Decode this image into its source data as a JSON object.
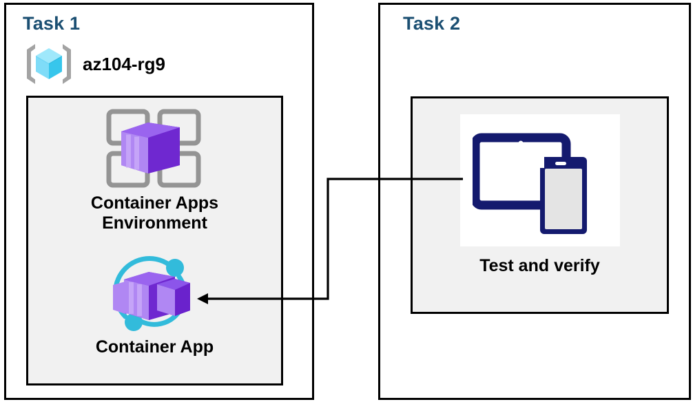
{
  "diagram": {
    "title_color": "#1b4f72",
    "panel_bg": "#f1f1f1",
    "border_color": "#000000"
  },
  "task1": {
    "title": "Task 1",
    "resource_group": {
      "icon": "azure-resource-group-icon",
      "label": "az104-rg9"
    },
    "nodes": [
      {
        "icon": "container-apps-environment-icon",
        "label": "Container Apps\nEnvironment",
        "icon_colors": {
          "grid": "#949494",
          "box_light": "#a67bf0",
          "box_dark": "#7128d4"
        }
      },
      {
        "icon": "container-app-icon",
        "label": "Container App",
        "icon_colors": {
          "ring": "#32bbdb",
          "box_light": "#a67bf0",
          "box_dark": "#7128d4"
        }
      }
    ]
  },
  "task2": {
    "title": "Task 2",
    "nodes": [
      {
        "icon": "devices-test-icon",
        "label": "Test and verify",
        "icon_colors": {
          "device": "#141a6e",
          "screen": "#e4e4e4"
        }
      }
    ]
  },
  "connector": {
    "name": "task2-to-container-app-arrow",
    "direction": "right-to-left",
    "arrow_color": "#000000"
  }
}
